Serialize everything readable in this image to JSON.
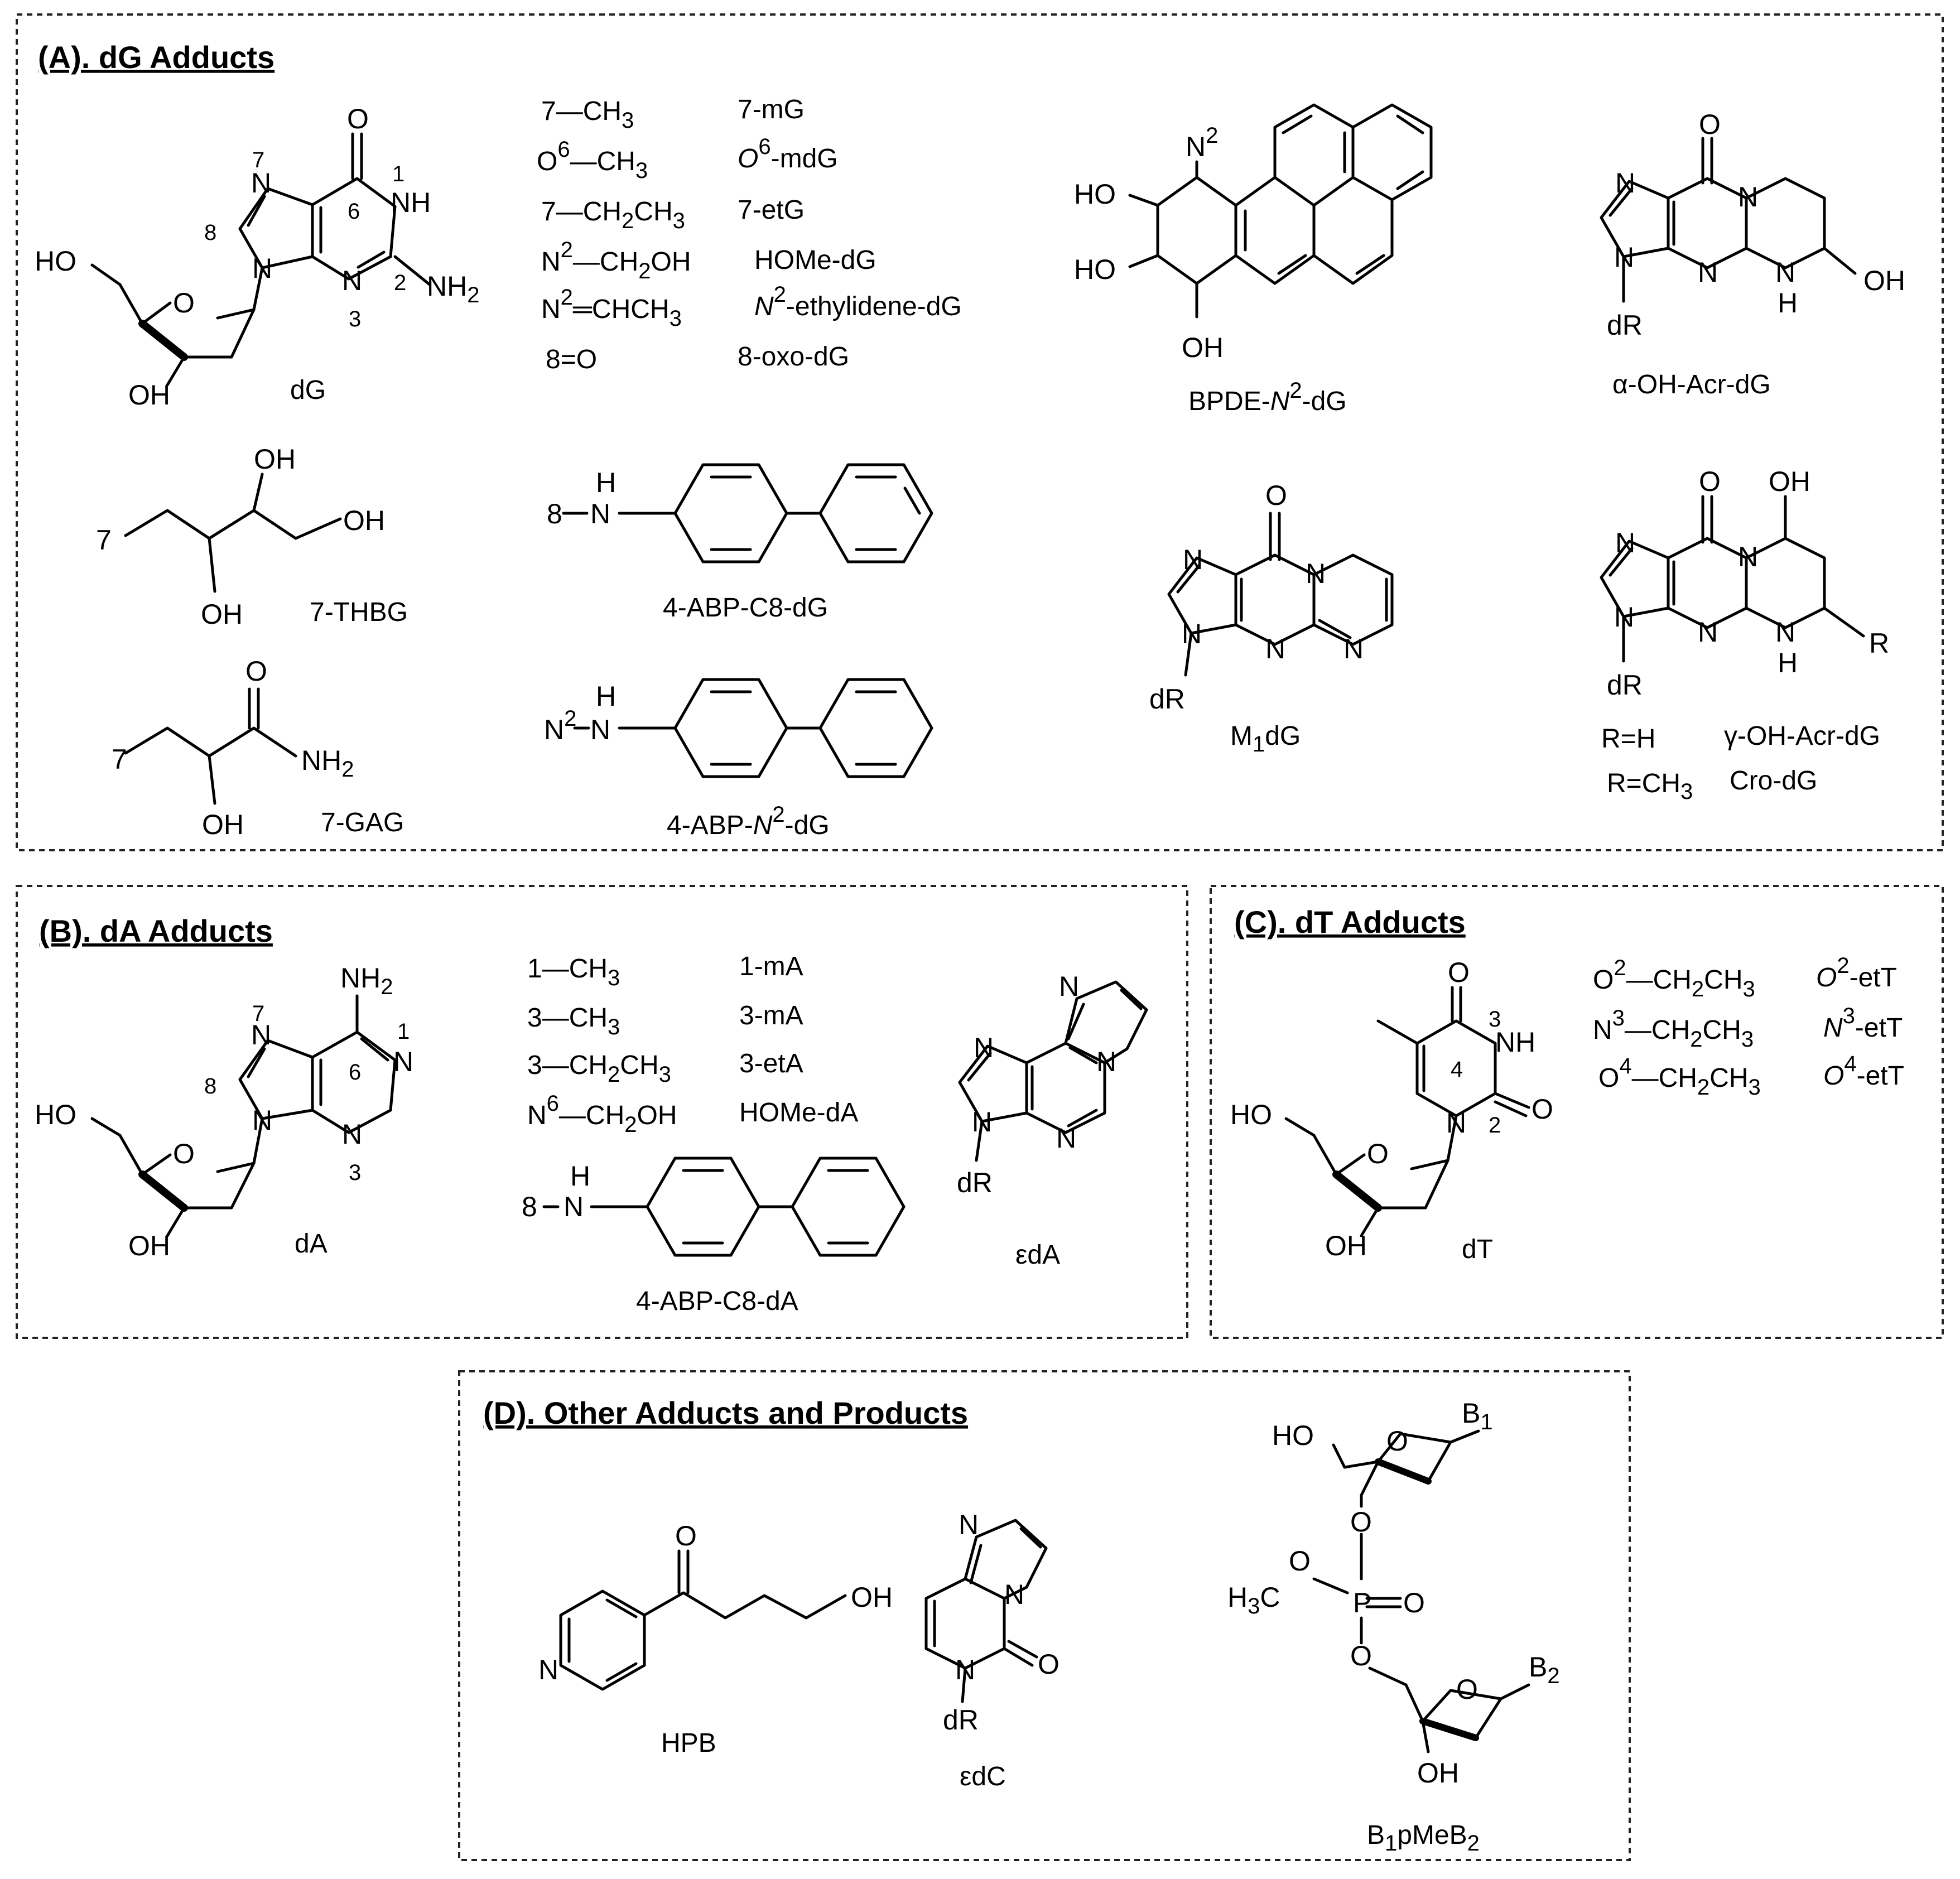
{
  "panels": {
    "A": {
      "title": "(A). dG Adducts"
    },
    "B": {
      "title": "(B). dA Adducts"
    },
    "C": {
      "title": "(C). dT Adducts"
    },
    "D": {
      "title": "(D). Other Adducts and Products"
    }
  },
  "dG": {
    "name": "dG",
    "atoms": {
      "O": "O",
      "N": "N",
      "NH": "NH",
      "NH2": "NH",
      "HO": "HO",
      "OH": "OH",
      "ring_O": "O"
    },
    "positions": [
      "7",
      "1",
      "8",
      "6",
      "2",
      "3"
    ],
    "substituents": [
      {
        "group": "7—CH",
        "sub": "3",
        "adduct": "7-mG"
      },
      {
        "group": "O",
        "sup": "6",
        "group_rest": "—CH",
        "sub": "3",
        "adduct": "O",
        "adduct_sup": "6",
        "adduct_rest": "-mdG"
      },
      {
        "group": "7—CH",
        "sub": "2",
        "group_rest": "CH",
        "sub2": "3",
        "adduct": "7-etG"
      },
      {
        "group": "N",
        "sup": "2",
        "group_rest": "—CH",
        "sub": "2",
        "group_rest2": "OH",
        "adduct": "HOMe-dG"
      },
      {
        "group": "N",
        "sup": "2",
        "group_rest": "═CHCH",
        "sub": "3",
        "adduct": "N",
        "adduct_sup": "2",
        "adduct_rest": "-ethylidene-dG"
      },
      {
        "group": "8=O",
        "adduct": "8-oxo-dG"
      }
    ]
  },
  "thbg": {
    "name": "7-THBG",
    "attach": "7",
    "oh": "OH"
  },
  "gag": {
    "name": "7-GAG",
    "attach": "7",
    "o": "O",
    "nh2": "NH",
    "nh2_sub": "2",
    "oh": "OH"
  },
  "abp_c8_dg": {
    "name": "4-ABP-C8-dG",
    "attach": "8",
    "h": "H",
    "n": "N"
  },
  "abp_n2_dg": {
    "name_pre": "4-ABP-",
    "name_it": "N",
    "name_sup": "2",
    "name_post": "-dG",
    "attach": "N",
    "attach_sup": "2",
    "h": "H",
    "n": "N"
  },
  "bpde": {
    "name_pre": "BPDE-",
    "name_it": "N",
    "name_sup": "2",
    "name_post": "-dG",
    "n2": "N",
    "n2_sup": "2",
    "ho": "HO",
    "oh": "OH"
  },
  "a_oh_acr": {
    "name": "α-OH-Acr-dG",
    "o": "O",
    "n": "N",
    "dr": "dR",
    "h": "H",
    "oh": "OH"
  },
  "m1dg": {
    "name": "M",
    "name_sub": "1",
    "name_post": "dG",
    "o": "O",
    "n": "N",
    "dr": "dR"
  },
  "g_oh_acr": {
    "o": "O",
    "n": "N",
    "dr": "dR",
    "h": "H",
    "oh": "OH",
    "r": "R",
    "variants": [
      {
        "r": "R=H",
        "name": "γ-OH-Acr-dG"
      },
      {
        "r": "R=CH",
        "r_sub": "3",
        "name": "Cro-dG"
      }
    ]
  },
  "dA": {
    "name": "dA",
    "nh2": "NH",
    "nh2_sub": "2",
    "n": "N",
    "ho": "HO",
    "oh": "OH",
    "o": "O",
    "positions": [
      "7",
      "1",
      "8",
      "6",
      "3"
    ],
    "substituents": [
      {
        "group": "1—CH",
        "sub": "3",
        "adduct": "1-mA"
      },
      {
        "group": "3—CH",
        "sub": "3",
        "adduct": "3-mA"
      },
      {
        "group": "3—CH",
        "sub": "2",
        "group_rest": "CH",
        "sub2": "3",
        "adduct": "3-etA"
      },
      {
        "group": "N",
        "sup": "6",
        "group_rest": "—CH",
        "sub": "2",
        "group_rest2": "OH",
        "adduct": "HOMe-dA"
      }
    ]
  },
  "abp_c8_da": {
    "name": "4-ABP-C8-dA",
    "attach": "8",
    "h": "H",
    "n": "N"
  },
  "edA": {
    "name": "εdA",
    "n": "N",
    "dr": "dR"
  },
  "dT": {
    "name": "dT",
    "o": "O",
    "nh": "NH",
    "n": "N",
    "ho": "HO",
    "oh": "OH",
    "positions": [
      "3",
      "4",
      "2"
    ],
    "substituents": [
      {
        "group": "O",
        "sup": "2",
        "group_rest": "—CH",
        "sub": "2",
        "group_rest2": "CH",
        "sub2": "3",
        "adduct": "O",
        "adduct_sup": "2",
        "adduct_rest": "-etT"
      },
      {
        "group": "N",
        "sup": "3",
        "group_rest": "—CH",
        "sub": "2",
        "group_rest2": "CH",
        "sub2": "3",
        "adduct": "N",
        "adduct_sup": "3",
        "adduct_rest": "-etT"
      },
      {
        "group": "O",
        "sup": "4",
        "group_rest": "—CH",
        "sub": "2",
        "group_rest2": "CH",
        "sub2": "3",
        "adduct": "O",
        "adduct_sup": "4",
        "adduct_rest": "-etT"
      }
    ]
  },
  "hpb": {
    "name": "HPB",
    "o": "O",
    "oh": "OH",
    "n": "N"
  },
  "edC": {
    "name": "εdC",
    "n": "N",
    "o": "O",
    "dr": "dR"
  },
  "b1pmeb2": {
    "name": "B",
    "name_sub1": "1",
    "name_mid": "pMeB",
    "name_sub2": "2",
    "ho": "HO",
    "o": "O",
    "b1": "B",
    "b1_sub": "1",
    "b2": "B",
    "b2_sub": "2",
    "h3c": "H",
    "h3c_sub": "3",
    "h3c_rest": "C",
    "p": "P",
    "po": "O",
    "oh": "OH"
  }
}
